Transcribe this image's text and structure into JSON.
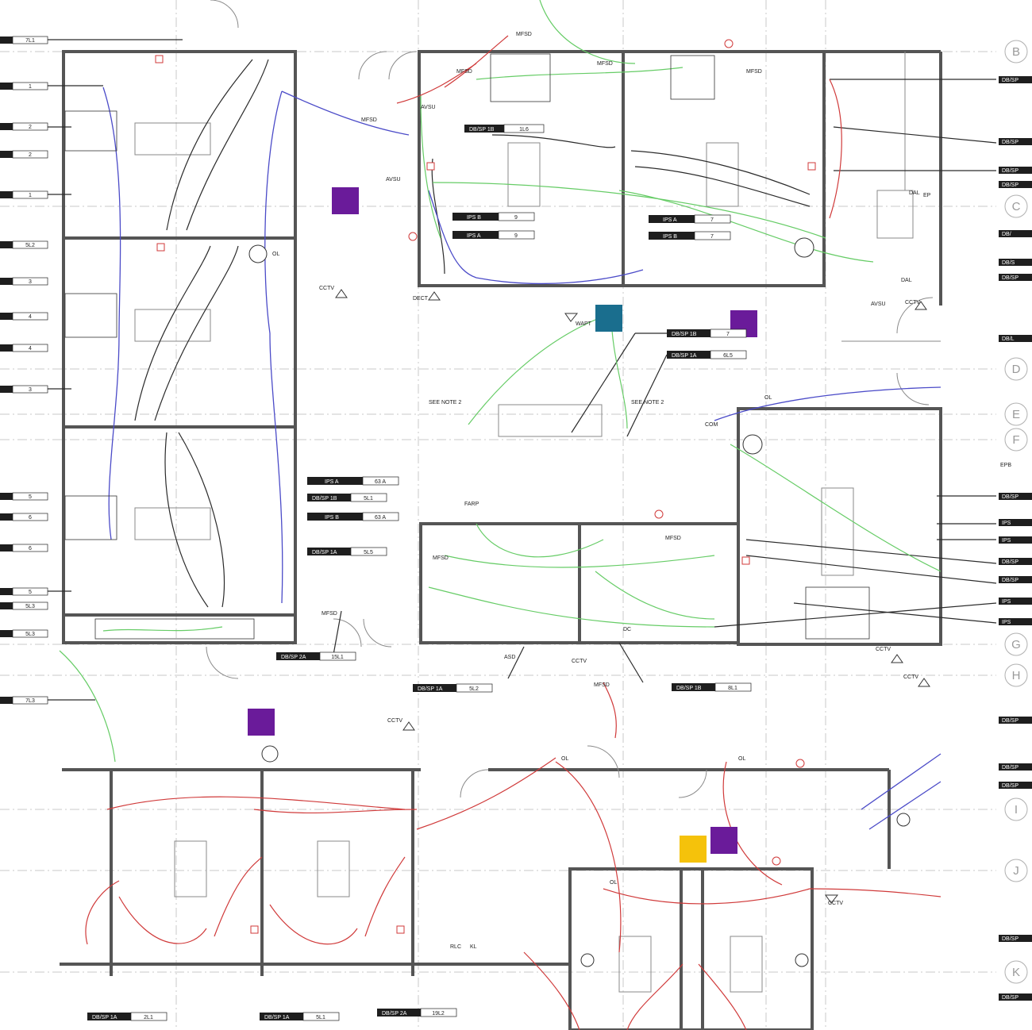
{
  "colors": {
    "wall": "#555555",
    "circuit_black": "#2a2a2a",
    "circuit_blue": "#4b4bc8",
    "circuit_green": "#66cc66",
    "circuit_red": "#d03a3a",
    "marker_purple": "#6a1b9a",
    "marker_teal": "#1a6e8e",
    "marker_yellow": "#f5c20b",
    "grid": "#c9c9c9"
  },
  "grid_labels": [
    "B",
    "C",
    "D",
    "E",
    "F",
    "G",
    "H",
    "I",
    "J",
    "K"
  ],
  "left_tags": [
    "7L1",
    "1",
    "2",
    "2",
    "1",
    "5L2",
    "3",
    "4",
    "4",
    "3",
    "5",
    "6",
    "6",
    "5",
    "5L3",
    "5L3",
    "7L3"
  ],
  "right_tags": [
    "DB/SP",
    "DB/SP",
    "DB/SP",
    "DB/SP",
    "DB/",
    "DB/S",
    "DB/SP",
    "DB/L",
    "DB/SP",
    "IPS",
    "IPS",
    "DB/SP",
    "DB/SP",
    "IPS",
    "IPS",
    "DB/SP",
    "DB/SP",
    "DB/SP",
    "DB/SP",
    "DB/SP"
  ],
  "panel_tags": [
    {
      "name": "DB/SP 1B",
      "val": "1L6"
    },
    {
      "name": "IPS B",
      "val": "9"
    },
    {
      "name": "IPS A",
      "val": "9"
    },
    {
      "name": "IPS A",
      "val": "7"
    },
    {
      "name": "IPS B",
      "val": "7"
    },
    {
      "name": "DB/SP 1B",
      "val": "7"
    },
    {
      "name": "DB/SP 1A",
      "val": "6L5"
    },
    {
      "name": "IPS A",
      "val": "63 A"
    },
    {
      "name": "DB/SP 1B",
      "val": "5L1"
    },
    {
      "name": "IPS B",
      "val": "63 A"
    },
    {
      "name": "DB/SP 1A",
      "val": "5L5"
    },
    {
      "name": "DB/SP 2A",
      "val": "15L1"
    },
    {
      "name": "DB/SP 1A",
      "val": "5L2"
    },
    {
      "name": "DB/SP 1B",
      "val": "8L1"
    },
    {
      "name": "DB/SP 1A",
      "val": "2L1"
    },
    {
      "name": "DB/SP 1A",
      "val": "5L1"
    },
    {
      "name": "DB/SP 2A",
      "val": "19L2"
    }
  ],
  "labels": {
    "mfsd": "MFSD",
    "avsu": "AVSU",
    "dect": "DECT",
    "cctv": "CCTV",
    "see_note": "SEE NOTE 2",
    "wapt": "WAPT",
    "farp": "FARP",
    "dc": "DC",
    "asd": "ASD",
    "dal": "DAL",
    "ep": "EP",
    "ol": "OL",
    "com": "COM",
    "kl": "KL",
    "rlc": "RLC",
    "ep_box": "EPB"
  }
}
